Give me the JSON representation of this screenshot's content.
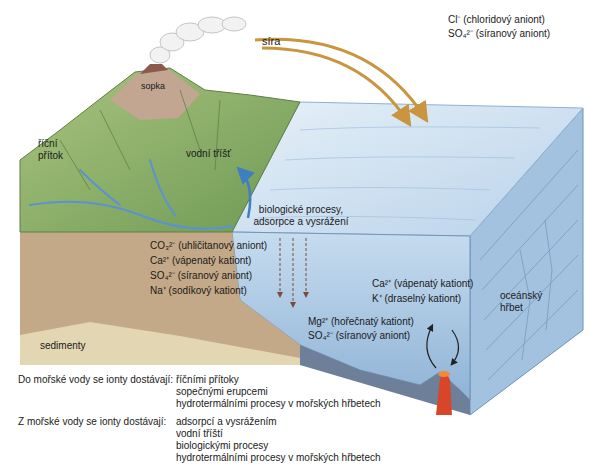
{
  "diagram": {
    "labels": [
      "síra",
      "Cl⁻ (chloridový aniont)",
      "SO₄²⁻ (síranový aniont)",
      "sopka",
      "říční přítok",
      "vodní tříšť",
      "biologické procesy, adsorpce a vysrážení",
      "CO₃²⁻ (uhličitanový aniont)",
      "Ca²⁺ (vápenatý kationt)",
      "SO₄²⁻ (síranový aniont)",
      "Na⁺ (sodíkový kationt)",
      "Ca²⁺ (vápenatý kationt)",
      "K⁺ (draselný kationt)",
      "oceánský hřbet",
      "Mg²⁺ (hořečnatý kationt)",
      "SO₄²⁻ (síranový aniont)",
      "sedimenty",
      "Do mořské vody se ionty dostávají:",
      "říčními přítoky",
      "sopečnými erupcemi",
      "hydrotermálními procesy v mořských hřbetech",
      "Z mořské vody se ionty dostávají:",
      "adsorpcí a vysrážením",
      "vodní tříští",
      "biologickými procesy",
      "hydrotermálními procesy v mořských hřbetech"
    ]
  }
}
